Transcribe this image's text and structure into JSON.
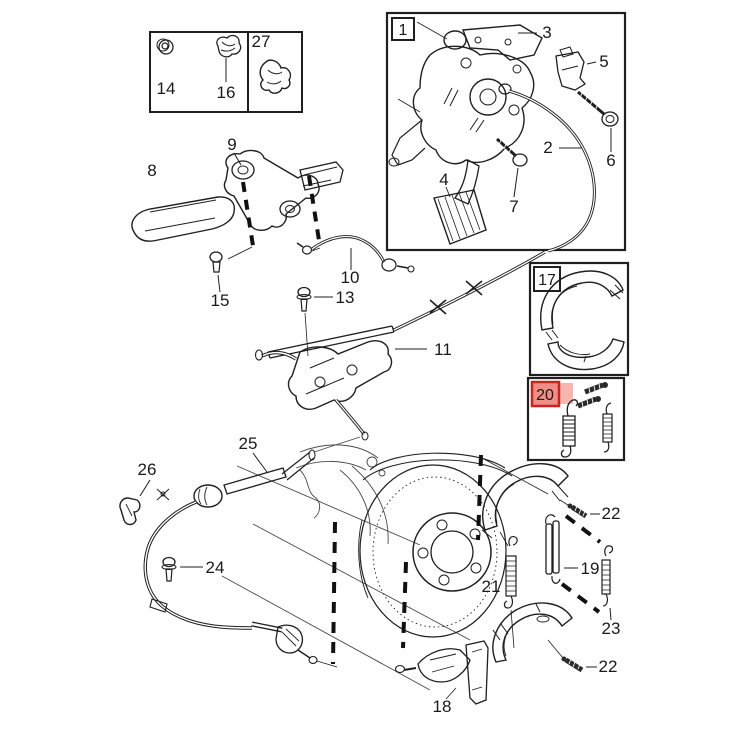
{
  "diagram": {
    "type": "exploded-parts-diagram",
    "background": "#ffffff",
    "line_color": "#1f1f1f",
    "highlight": {
      "selected_callout": "20",
      "border": "#c9241f",
      "fill": "#ef8d86",
      "halo": "#f6b6af",
      "text": "#8c1a21"
    },
    "callouts": {
      "p1": "1",
      "p2": "2",
      "p3": "3",
      "p4": "4",
      "p5": "5",
      "p6": "6",
      "p7": "7",
      "p8": "8",
      "p9": "9",
      "p10": "10",
      "p11": "11",
      "p13": "13",
      "p14": "14",
      "p15": "15",
      "p16": "16",
      "p17": "17",
      "p18": "18",
      "p19": "19",
      "p20": "20",
      "p21": "21",
      "p22a": "22",
      "p22b": "22",
      "p23": "23",
      "p24": "24",
      "p25": "25",
      "p26": "26",
      "p27": "27"
    }
  }
}
